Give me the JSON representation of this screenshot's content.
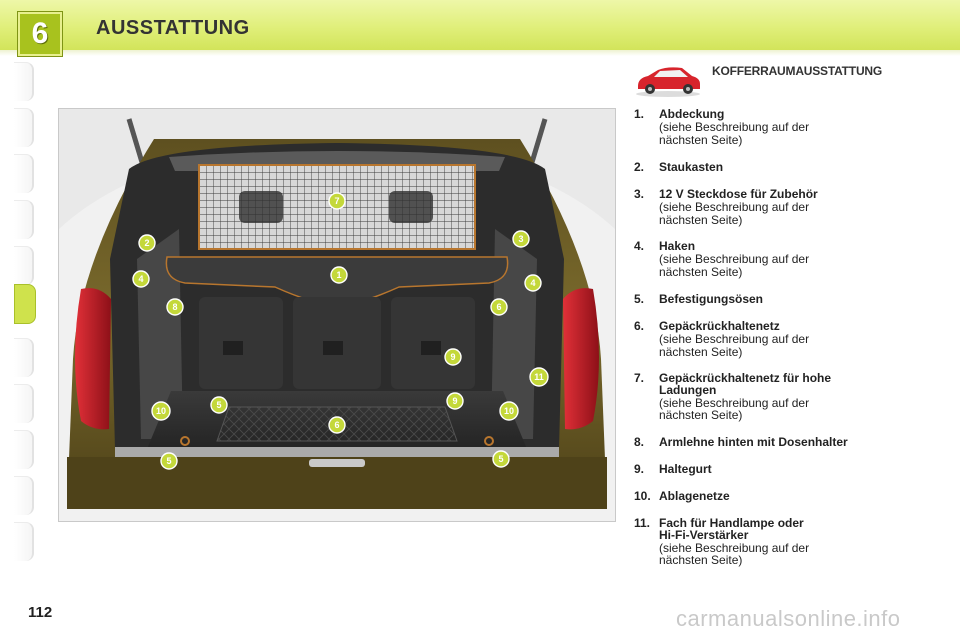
{
  "header": {
    "chapter_number": "6",
    "title": "AUSSTATTUNG"
  },
  "section": {
    "title": "KOFFERRAUMAUSSTATTUNG",
    "icon": "car-icon"
  },
  "items": [
    {
      "num": "1.",
      "label": "Abdeckung",
      "sub": [
        "(siehe Beschreibung auf der",
        "nächsten Seite)"
      ]
    },
    {
      "num": "2.",
      "label": "Staukasten",
      "sub": []
    },
    {
      "num": "3.",
      "label": "12 V Steckdose für Zubehör",
      "sub": [
        "(siehe Beschreibung auf der",
        "nächsten Seite)"
      ]
    },
    {
      "num": "4.",
      "label": "Haken",
      "sub": [
        "(siehe Beschreibung auf der",
        "nächsten Seite)"
      ]
    },
    {
      "num": "5.",
      "label": "Befestigungsösen",
      "sub": []
    },
    {
      "num": "6.",
      "label": "Gepäckrückhaltenetz",
      "sub": [
        "(siehe Beschreibung auf der",
        "nächsten Seite)"
      ]
    },
    {
      "num": "7.",
      "label": "Gepäckrückhaltenetz für hohe",
      "label2": "Ladungen",
      "sub": [
        "(siehe Beschreibung auf der",
        "nächsten Seite)"
      ]
    },
    {
      "num": "8.",
      "label": "Armlehne hinten mit Dosenhalter",
      "sub": []
    },
    {
      "num": "9.",
      "label": "Haltegurt",
      "sub": []
    },
    {
      "num": "10.",
      "label": "Ablagenetze",
      "sub": []
    },
    {
      "num": "11.",
      "label": "Fach für Handlampe oder",
      "label2": "Hi-Fi-Verstärker",
      "sub": [
        "(siehe Beschreibung auf der",
        "nächsten Seite)"
      ]
    }
  ],
  "figure": {
    "markers": [
      "1",
      "2",
      "3",
      "4",
      "4",
      "5",
      "5",
      "5",
      "6",
      "6",
      "7",
      "8",
      "9",
      "9",
      "10",
      "10",
      "11"
    ]
  },
  "footer": {
    "page_number": "112",
    "watermark": "carmanualsonline.info"
  },
  "colors": {
    "accent": "#c4d83a",
    "header": "#e0ef7a",
    "car_body": "#6b5a22",
    "taillight": "#c8202a"
  }
}
